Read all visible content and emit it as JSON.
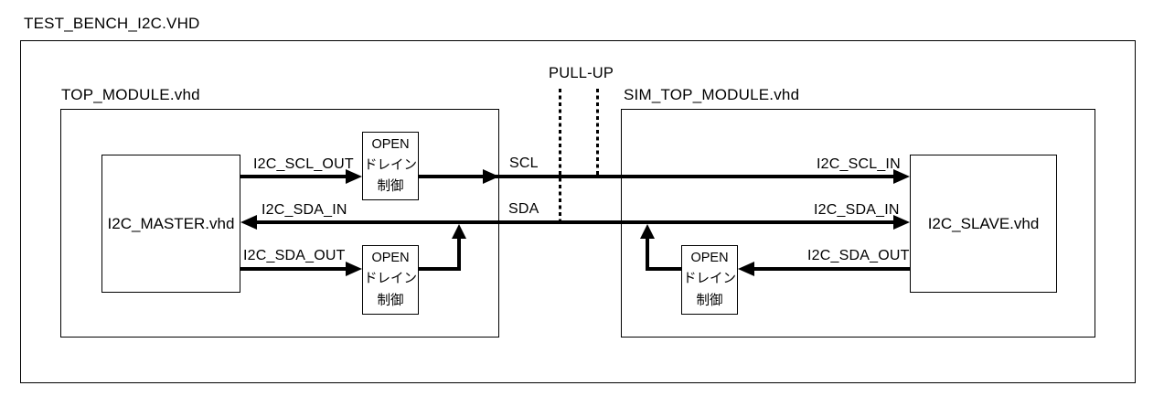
{
  "title": "TEST_BENCH_I2C.VHD",
  "modules": {
    "top": {
      "label": "TOP_MODULE.vhd",
      "inner": "I2C_MASTER.vhd"
    },
    "sim": {
      "label": "SIM_TOP_MODULE.vhd",
      "inner": "I2C_SLAVE.vhd"
    }
  },
  "open_drain": [
    "OPEN",
    "ドレイン",
    "制御"
  ],
  "pullup": {
    "label": "PULL-UP"
  },
  "signals": {
    "left": {
      "scl_out": "I2C_SCL_OUT",
      "sda_in": "I2C_SDA_IN",
      "sda_out": "I2C_SDA_OUT"
    },
    "bus": {
      "scl": "SCL",
      "sda": "SDA"
    },
    "right": {
      "scl_in": "I2C_SCL_IN",
      "sda_in": "I2C_SDA_IN",
      "sda_out": "I2C_SDA_OUT"
    }
  },
  "colors": {
    "line": "#000000",
    "background": "#ffffff"
  }
}
